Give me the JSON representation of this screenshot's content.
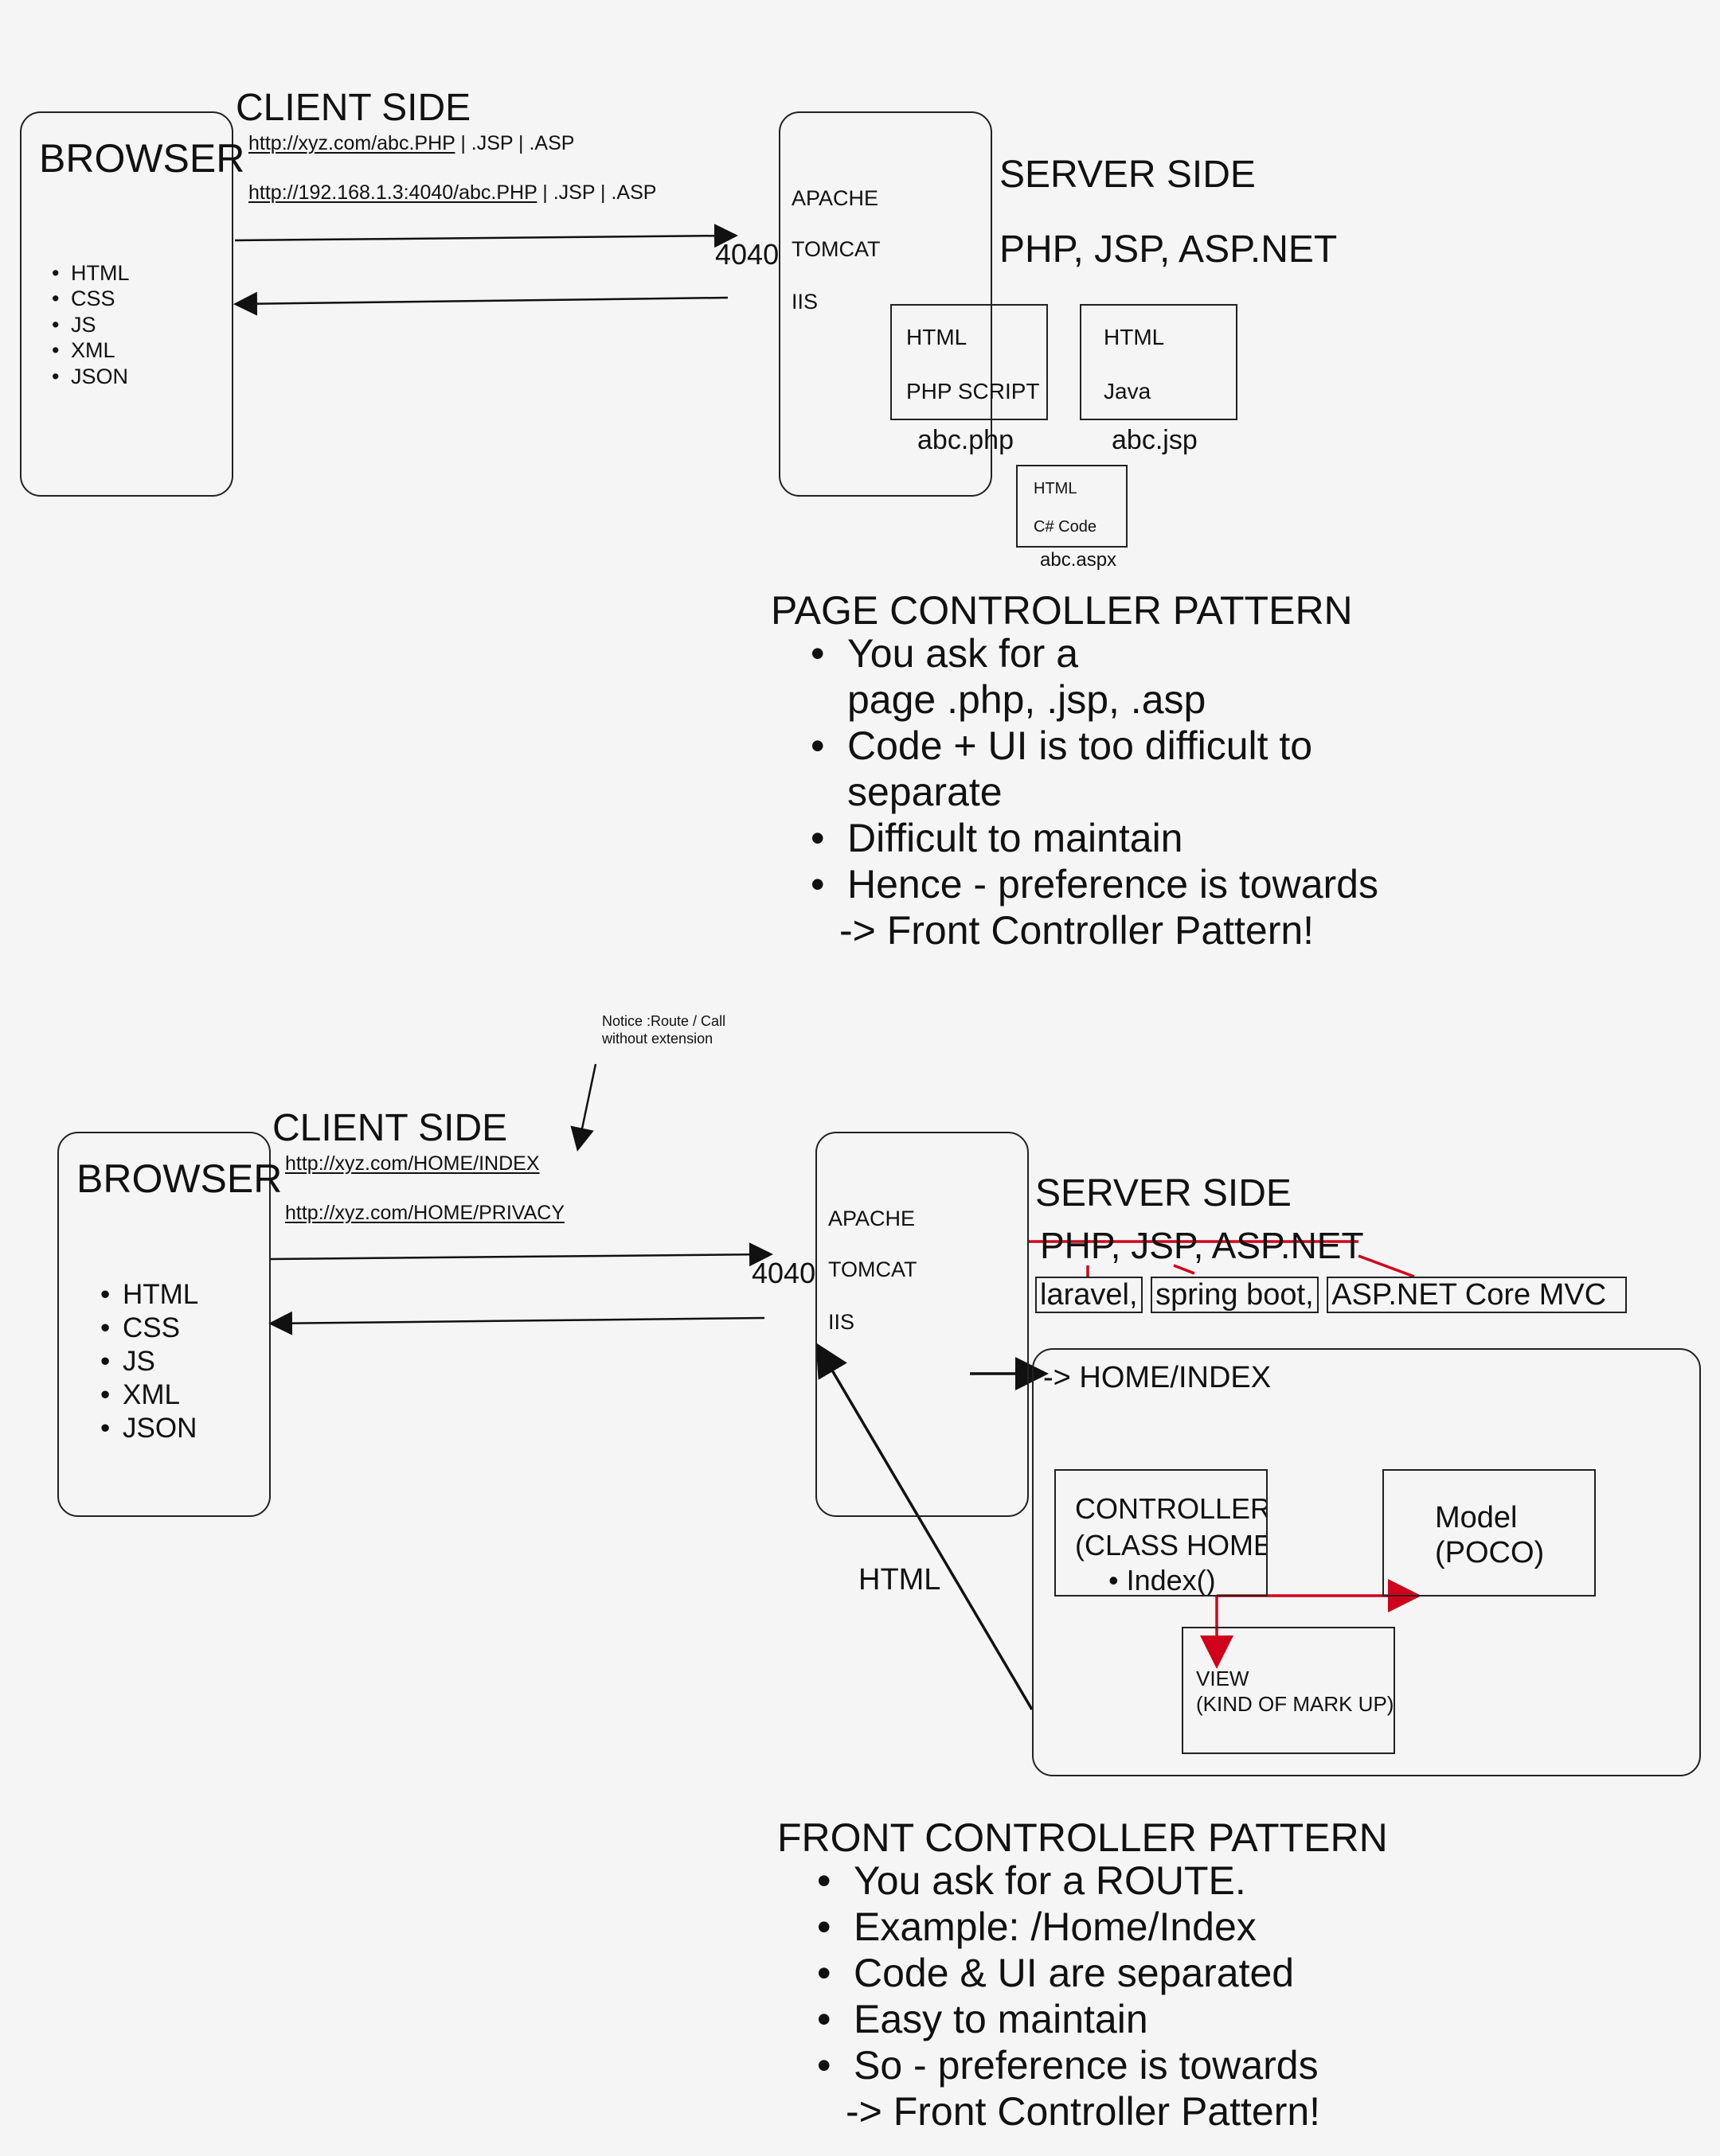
{
  "top": {
    "client_title": "CLIENT SIDE",
    "browser_label": "BROWSER",
    "browser_items": [
      "HTML",
      "CSS",
      "JS",
      "XML",
      "JSON"
    ],
    "url1_link": "http://xyz.com/abc.PHP",
    "url1_rest": " | .JSP | .ASP",
    "url2_link": "http://192.168.1.3:4040/abc.PHP",
    "url2_rest": " | .JSP | .ASP",
    "port": "4040",
    "servers": [
      "APACHE",
      "TOMCAT",
      "IIS"
    ],
    "server_title": "SERVER SIDE",
    "server_tech": "PHP, JSP, ASP.NET",
    "file_php": {
      "line1": "HTML",
      "line2": "PHP SCRIPT",
      "name": "abc.php"
    },
    "file_jsp": {
      "line1": "HTML",
      "line2": "Java",
      "name": "abc.jsp"
    },
    "file_aspx": {
      "line1": "HTML",
      "line2": "C# Code",
      "name": "abc.aspx"
    },
    "pattern_title": "PAGE CONTROLLER PATTERN",
    "pattern_points": [
      "You ask for a",
      "page .php, .jsp, .asp",
      "Code + UI is too difficult to",
      "separate",
      "Difficult to maintain",
      "Hence - preference is towards",
      "-> Front Controller Pattern!"
    ]
  },
  "bottom": {
    "note": [
      "Notice :Route / Call",
      "without extension"
    ],
    "client_title": "CLIENT SIDE",
    "browser_label": "BROWSER",
    "browser_items": [
      "HTML",
      "CSS",
      "JS",
      "XML",
      "JSON"
    ],
    "url1": "http://xyz.com/HOME/INDEX",
    "url2": "http://xyz.com/HOME/PRIVACY",
    "port": "4040",
    "servers": [
      "APACHE",
      "TOMCAT",
      "IIS"
    ],
    "server_title": "SERVER SIDE",
    "server_tech_struck": "PHP, JSP, ASP.NET",
    "frameworks": [
      "laravel,",
      "spring boot,",
      "ASP.NET Core MVC"
    ],
    "route_label": "-> HOME/INDEX",
    "controller": [
      "CONTROLLER",
      "(CLASS HOME",
      "Index()"
    ],
    "model": [
      "Model",
      "(POCO)"
    ],
    "view": [
      "VIEW",
      "(KIND OF MARK UP)"
    ],
    "html_label": "HTML",
    "pattern_title": "FRONT CONTROLLER PATTERN",
    "pattern_points": [
      "You ask for a ROUTE.",
      "Example: /Home/Index",
      "Code & UI are separated",
      "Easy to maintain",
      "So - preference is towards",
      "-> Front Controller Pattern!"
    ]
  },
  "colors": {
    "ink": "#111111",
    "accent_red": "#d0021b",
    "background": "#f5f5f5"
  }
}
